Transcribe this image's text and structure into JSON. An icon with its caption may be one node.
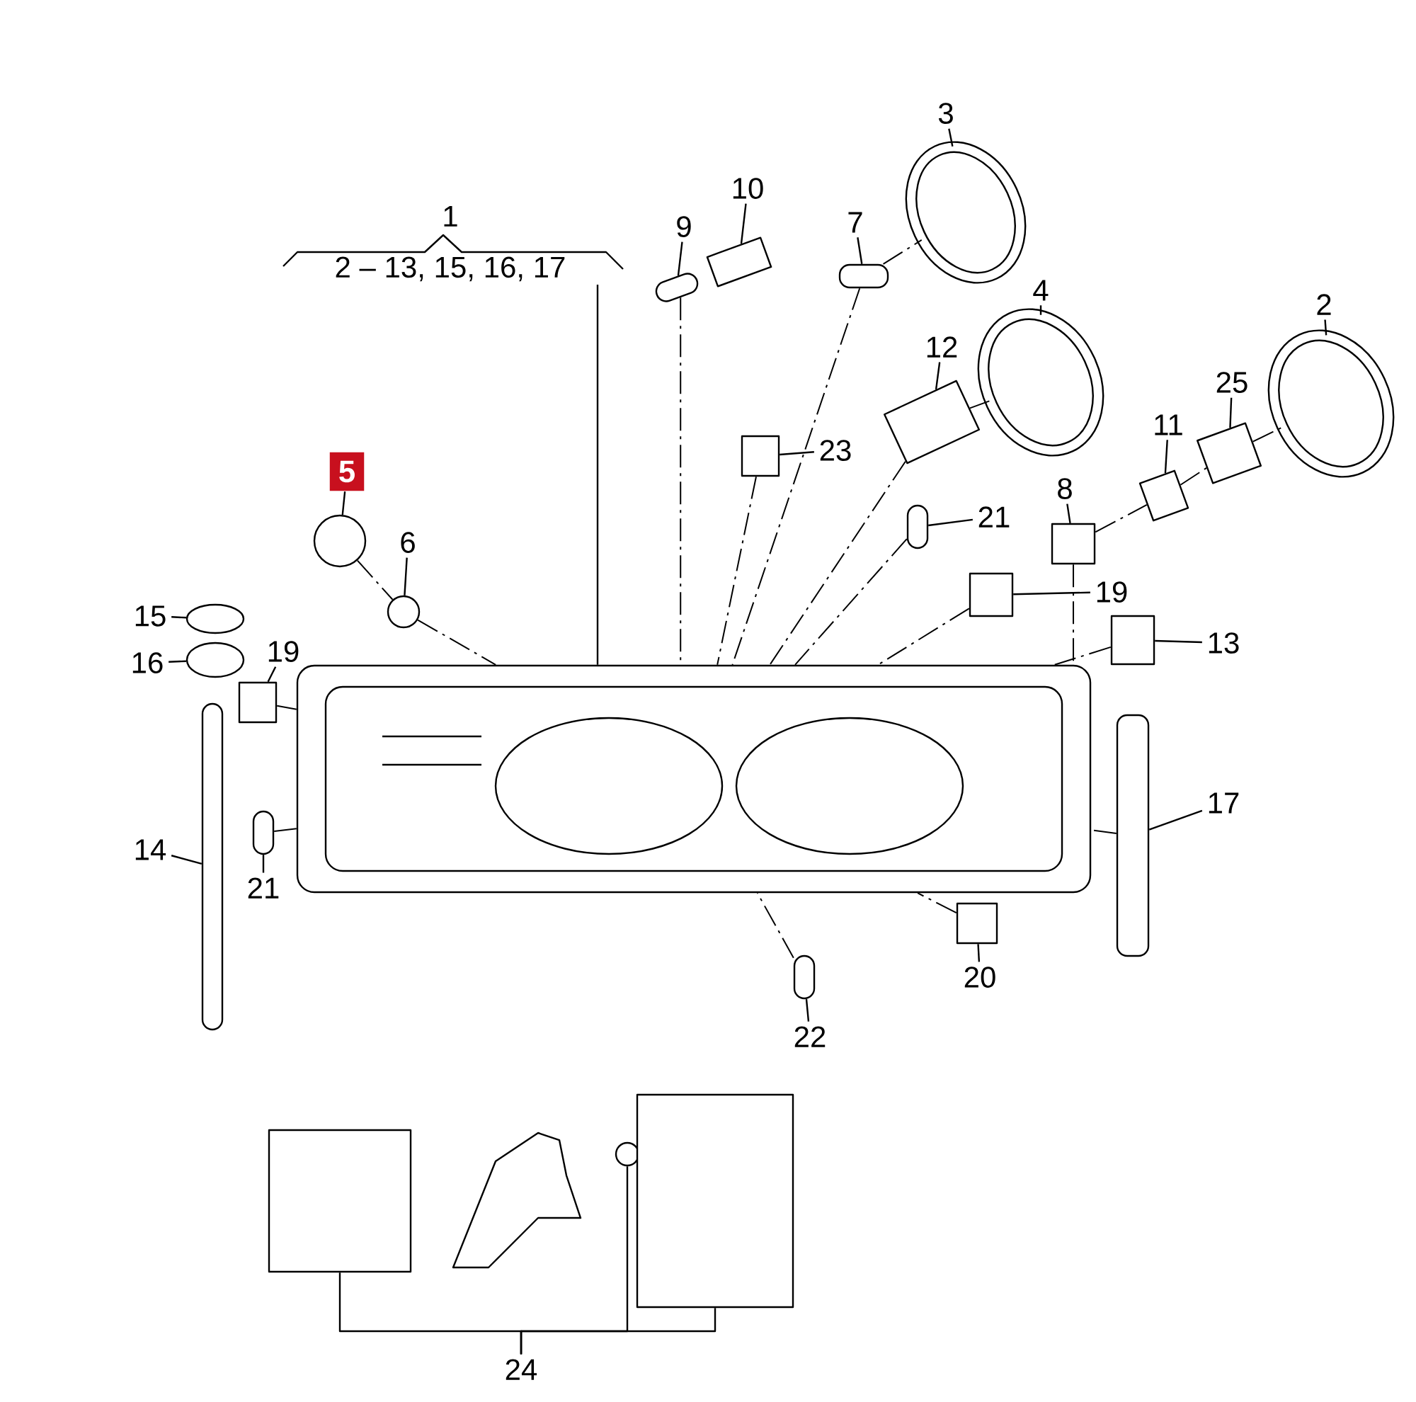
{
  "diagram": {
    "nodes": [
      {
        "text": [
          "1",
          "2 – 13, 15, 16, 17"
        ]
      },
      {
        "text": [],
        "shape": "picture"
      },
      {
        "text": [
          "3"
        ]
      },
      {
        "text": [],
        "shape": "circle"
      },
      {
        "text": [
          "10"
        ]
      },
      {
        "text": [],
        "shape": "box"
      },
      {
        "text": [
          "9"
        ]
      },
      {
        "text": [],
        "shape": "bar"
      },
      {
        "text": [
          "7"
        ]
      },
      {
        "text": [],
        "shape": "bar"
      },
      {
        "text": [
          "4"
        ]
      },
      {
        "text": [],
        "shape": "circle"
      },
      {
        "text": [
          "2"
        ]
      },
      {
        "text": [],
        "shape": "circle"
      },
      {
        "text": [
          "12"
        ]
      },
      {
        "text": [],
        "shape": "box"
      },
      {
        "text": [
          "25"
        ]
      },
      {
        "text": [],
        "shape": "box"
      },
      {
        "text": [
          "11"
        ]
      },
      {
        "text": [],
        "shape": "box"
      },
      {
        "text": [
          "23"
        ]
      },
      {
        "text": [],
        "shape": "box"
      },
      {
        "text": [
          "5"
        ]
      },
      {
        "text": [],
        "shape": "circle"
      },
      {
        "text": [
          "21"
        ]
      },
      {
        "text": [],
        "shape": "bar"
      },
      {
        "text": [
          "8"
        ]
      },
      {
        "text": [],
        "shape": "box"
      },
      {
        "text": [
          "6"
        ]
      },
      {
        "text": [],
        "shape": "circle"
      },
      {
        "text": [
          "19"
        ]
      },
      {
        "text": [],
        "shape": "box"
      },
      {
        "text": [
          "15"
        ]
      },
      {
        "text": [],
        "shape": "circle"
      },
      {
        "text": [
          "13"
        ]
      },
      {
        "text": [],
        "shape": "box"
      },
      {
        "text": [
          "16"
        ]
      },
      {
        "text": [],
        "shape": "circle"
      },
      {
        "text": [
          "19"
        ]
      },
      {
        "text": [],
        "shape": "box"
      },
      {
        "text": [
          "17"
        ]
      },
      {
        "text": [],
        "shape": "bar"
      },
      {
        "text": [
          "14"
        ]
      },
      {
        "text": [],
        "shape": "bar"
      },
      {
        "text": [
          "21"
        ]
      },
      {
        "text": [],
        "shape": "bar"
      },
      {
        "text": [
          "20"
        ]
      },
      {
        "text": [],
        "shape": "box"
      },
      {
        "text": [
          "22"
        ]
      },
      {
        "text": [],
        "shape": "bar"
      },
      {
        "text": [
          "24"
        ]
      },
      {
        "text": [],
        "shape": "box"
      },
      {
        "text": [],
        "shape": "circle"
      },
      {
        "text": [],
        "shape": "box"
      }
    ],
    "edges": [
      {
        "from": 0,
        "to": 1,
        "arrow": "none"
      },
      {
        "from": 2,
        "to": 3,
        "arrow": "none"
      },
      {
        "from": 4,
        "to": 5,
        "arrow": "none"
      },
      {
        "from": 6,
        "to": 7,
        "arrow": "none"
      },
      {
        "from": 8,
        "to": 9,
        "arrow": "none"
      },
      {
        "from": 10,
        "to": 11,
        "arrow": "none"
      },
      {
        "from": 12,
        "to": 13,
        "arrow": "none"
      },
      {
        "from": 14,
        "to": 15,
        "arrow": "none"
      },
      {
        "from": 16,
        "to": 17,
        "arrow": "none"
      },
      {
        "from": 18,
        "to": 19,
        "arrow": "none"
      },
      {
        "from": 20,
        "to": 21,
        "arrow": "none"
      },
      {
        "from": 22,
        "to": 23,
        "arrow": "none"
      },
      {
        "from": 24,
        "to": 25,
        "arrow": "none"
      },
      {
        "from": 26,
        "to": 27,
        "arrow": "none"
      },
      {
        "from": 28,
        "to": 29,
        "arrow": "none"
      },
      {
        "from": 30,
        "to": 31,
        "arrow": "none"
      },
      {
        "from": 32,
        "to": 33,
        "arrow": "none"
      },
      {
        "from": 34,
        "to": 35,
        "arrow": "none"
      },
      {
        "from": 36,
        "to": 37,
        "arrow": "none"
      },
      {
        "from": 38,
        "to": 39,
        "arrow": "none"
      },
      {
        "from": 40,
        "to": 41,
        "arrow": "none"
      },
      {
        "from": 42,
        "to": 43,
        "arrow": "none"
      },
      {
        "from": 44,
        "to": 45,
        "arrow": "none"
      },
      {
        "from": 46,
        "to": 47,
        "arrow": "none"
      },
      {
        "from": 48,
        "to": 49,
        "arrow": "none"
      },
      {
        "from": 50,
        "to": 51,
        "arrow": "none"
      },
      {
        "from": 50,
        "to": 52,
        "arrow": "none"
      },
      {
        "from": 50,
        "to": 53,
        "arrow": "none"
      },
      {
        "from": 9,
        "to": 3,
        "arrow": "none",
        "style": "dashed"
      },
      {
        "from": 15,
        "to": 11,
        "arrow": "none",
        "style": "dashed"
      },
      {
        "from": 27,
        "to": 19,
        "arrow": "none",
        "style": "dashed"
      },
      {
        "from": 19,
        "to": 17,
        "arrow": "none",
        "style": "dashed"
      },
      {
        "from": 17,
        "to": 13,
        "arrow": "none",
        "style": "dashed"
      },
      {
        "from": 23,
        "to": 29,
        "arrow": "none",
        "style": "dashed"
      },
      {
        "from": 7,
        "to": 1,
        "arrow": "none",
        "style": "dashed"
      },
      {
        "from": 9,
        "to": 1,
        "arrow": "none",
        "style": "dashed"
      },
      {
        "from": 15,
        "to": 1,
        "arrow": "none",
        "style": "dashed"
      },
      {
        "from": 21,
        "to": 1,
        "arrow": "none",
        "style": "dashed"
      },
      {
        "from": 25,
        "to": 1,
        "arrow": "none",
        "style": "dashed"
      },
      {
        "from": 27,
        "to": 1,
        "arrow": "none",
        "style": "dashed"
      },
      {
        "from": 29,
        "to": 1,
        "arrow": "none",
        "style": "dashed"
      },
      {
        "from": 31,
        "to": 1,
        "arrow": "none",
        "style": "dashed"
      },
      {
        "from": 35,
        "to": 1,
        "arrow": "none",
        "style": "dashed"
      },
      {
        "from": 39,
        "to": 1,
        "arrow": "none",
        "style": "dashed"
      },
      {
        "from": 41,
        "to": 1,
        "arrow": "none",
        "style": "dashed"
      },
      {
        "from": 45,
        "to": 1,
        "arrow": "none",
        "style": "dashed"
      },
      {
        "from": 47,
        "to": 1,
        "arrow": "none",
        "style": "dashed"
      },
      {
        "from": 49,
        "to": 1,
        "arrow": "none",
        "style": "dashed"
      }
    ]
  }
}
